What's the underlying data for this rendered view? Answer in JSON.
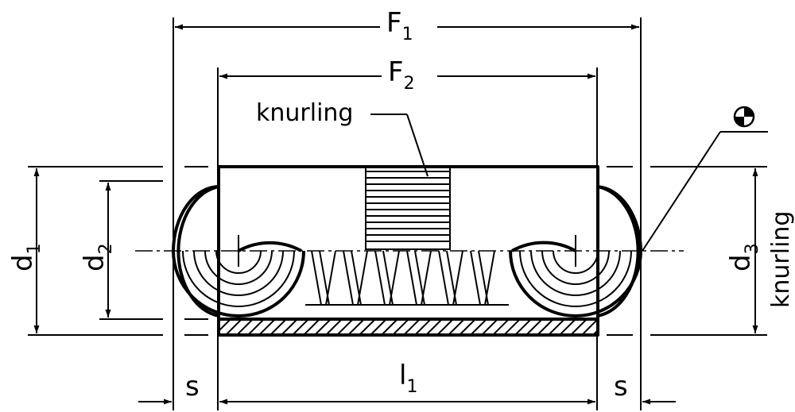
{
  "dimensions": {
    "F1": {
      "main": "F",
      "sub": "1"
    },
    "F2": {
      "main": "F",
      "sub": "2"
    },
    "d1": {
      "main": "d",
      "sub": "1"
    },
    "d2": {
      "main": "d",
      "sub": "2"
    },
    "d3": {
      "main": "d",
      "sub": "3"
    },
    "l1": {
      "main": "l",
      "sub": "1"
    },
    "s_left": "s",
    "s_right": "s"
  },
  "callouts": {
    "knurling_top": "knurling",
    "knurling_side": "knurling",
    "symbol": "center-of-gravity-icon"
  }
}
